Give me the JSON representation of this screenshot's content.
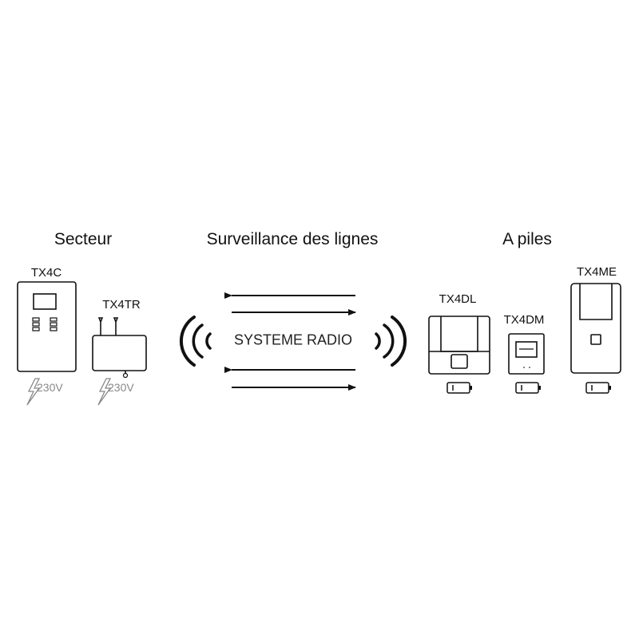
{
  "headings": {
    "mains": "Secteur",
    "line_monitoring": "Surveillance des lignes",
    "battery": "A piles"
  },
  "devices": {
    "tx4c": "TX4C",
    "tx4tr": "TX4TR",
    "tx4dl": "TX4DL",
    "tx4dm": "TX4DM",
    "tx4me": "TX4ME"
  },
  "power": {
    "tx4c_voltage": "230V",
    "tx4tr_voltage": "230V"
  },
  "center": {
    "radio_label": "SYSTEME RADIO"
  },
  "colors": {
    "stroke": "#111111",
    "muted": "#888888"
  }
}
